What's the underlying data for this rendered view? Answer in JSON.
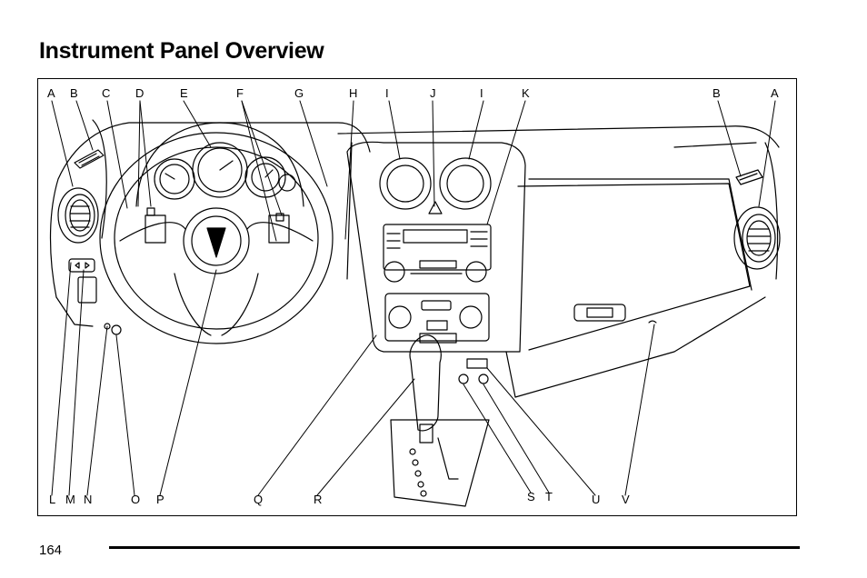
{
  "page": {
    "title": "Instrument Panel Overview",
    "page_number": "164"
  },
  "figure": {
    "top_callouts": [
      "A",
      "B",
      "C",
      "D",
      "E",
      "F",
      "G",
      "H",
      "I",
      "J",
      "I",
      "K",
      "B",
      "A"
    ],
    "bottom_callouts": [
      "L",
      "M",
      "N",
      "O",
      "P",
      "Q",
      "R",
      "S",
      "T",
      "U",
      "V"
    ]
  }
}
